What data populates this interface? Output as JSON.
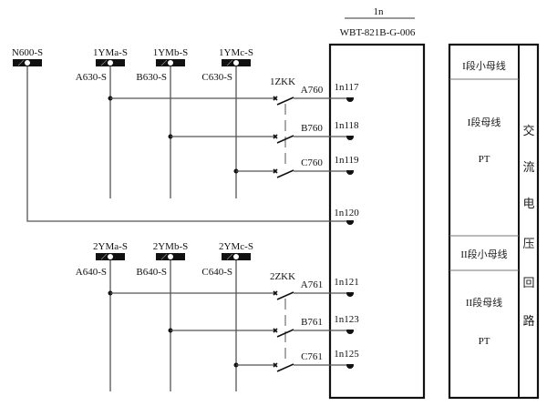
{
  "device": {
    "id": "1n",
    "model": "WBT-821B-G-006"
  },
  "neutral": {
    "bus_label": "N600-S",
    "terminal": "1n120"
  },
  "groups": [
    {
      "switch_label": "1ZKK",
      "phases": [
        {
          "bus": "1YMa-S",
          "wire": "A630-S",
          "out": "A760",
          "terminal": "1n117"
        },
        {
          "bus": "1YMb-S",
          "wire": "B630-S",
          "out": "B760",
          "terminal": "1n118"
        },
        {
          "bus": "1YMc-S",
          "wire": "C630-S",
          "out": "C760",
          "terminal": "1n119"
        }
      ]
    },
    {
      "switch_label": "2ZKK",
      "phases": [
        {
          "bus": "2YMa-S",
          "wire": "A640-S",
          "out": "A761",
          "terminal": "1n121"
        },
        {
          "bus": "2YMb-S",
          "wire": "B640-S",
          "out": "B761",
          "terminal": "1n123"
        },
        {
          "bus": "2YMc-S",
          "wire": "C640-S",
          "out": "C761",
          "terminal": "1n125"
        }
      ]
    }
  ],
  "side_panel": {
    "section1_small_bus_roman": "I",
    "section1_small_bus": "段小母线",
    "section1_bus_roman": "I",
    "section1_bus": "段母线",
    "section1_pt": "PT",
    "section2_small_bus_roman": "II",
    "section2_small_bus": "段小母线",
    "section2_bus_roman": "II",
    "section2_bus": "段母线",
    "section2_pt": "PT",
    "vertical_title": [
      "交",
      "流",
      "电",
      "压",
      "回",
      "路"
    ]
  }
}
